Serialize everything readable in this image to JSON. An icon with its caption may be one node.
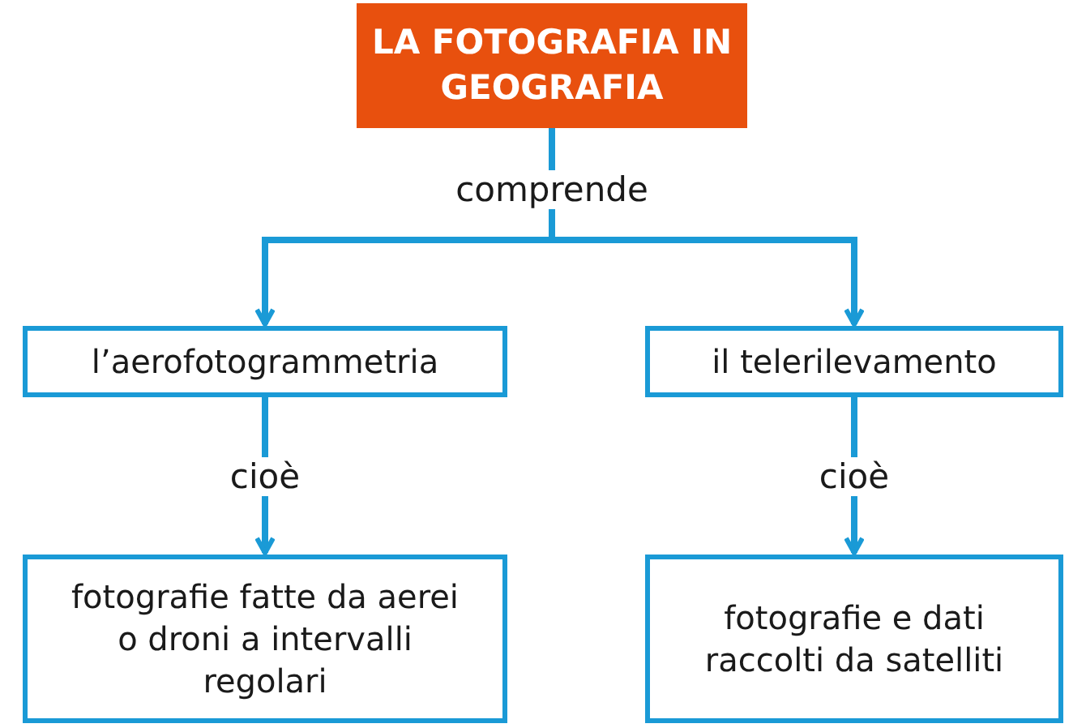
{
  "diagram": {
    "nodes": [
      {
        "text": [
          "LA FOTOGRAFIA IN GEOGRAFIA"
        ]
      },
      {
        "text": [
          "l’aerofotogrammetria"
        ]
      },
      {
        "text": [
          "il telerilevamento"
        ]
      },
      {
        "text": [
          "fotografie fatte da aerei o droni a intervalli regolari"
        ]
      },
      {
        "text": [
          "fotografie e dati raccolti da satelliti"
        ]
      }
    ],
    "edges": [
      {
        "from": 0,
        "to": 1,
        "arrow": "to",
        "label": "comprende"
      },
      {
        "from": 0,
        "to": 2,
        "arrow": "to"
      },
      {
        "from": 1,
        "to": 3,
        "arrow": "to",
        "label": "cioè"
      },
      {
        "from": 2,
        "to": 4,
        "arrow": "to",
        "label": "cioè"
      }
    ]
  }
}
